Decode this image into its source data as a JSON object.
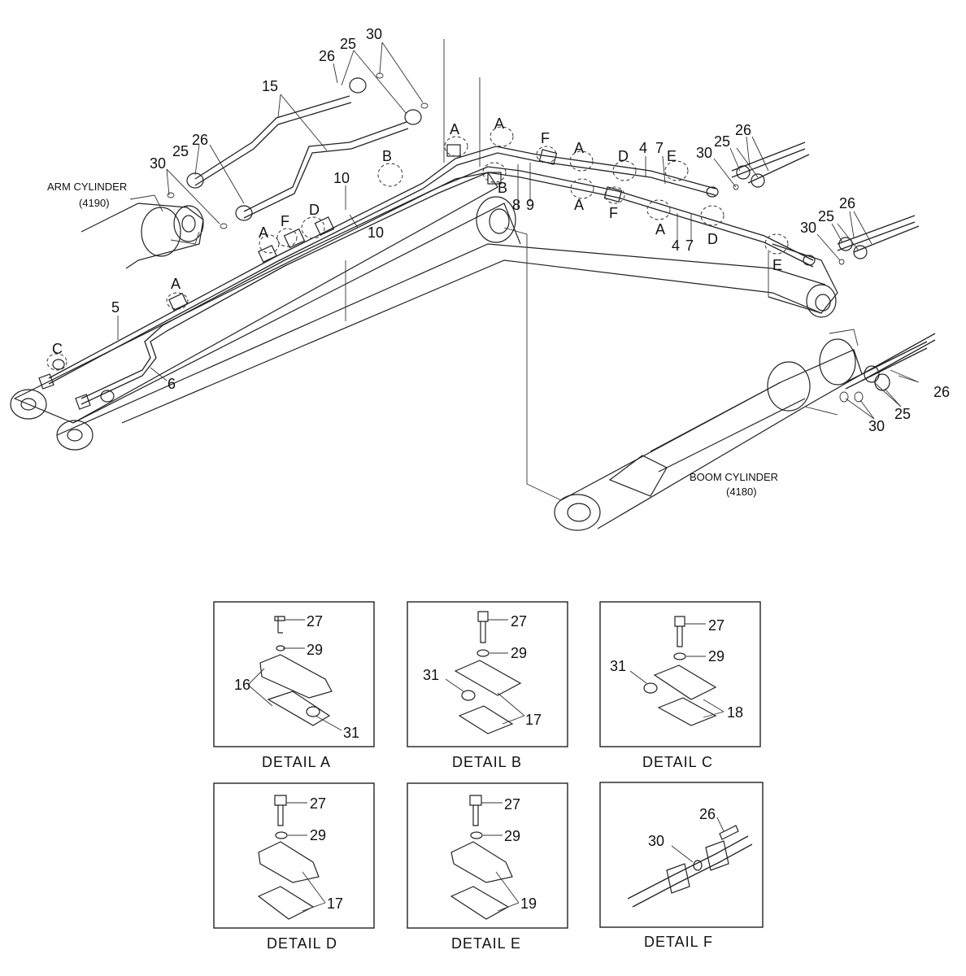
{
  "main": {
    "arm_cylinder": {
      "name": "ARM CYLINDER",
      "code": "(4190)"
    },
    "boom_cylinder": {
      "name": "BOOM CYLINDER",
      "code": "(4180)"
    },
    "labels": {
      "p30_top": "30",
      "p26_top": "26",
      "p25_top": "25",
      "p15": "15",
      "p30_left": "30",
      "p25_left": "25",
      "p26_left": "26",
      "p10_a": "10",
      "p10_b": "10",
      "p5": "5",
      "p6": "6",
      "lA1": "A",
      "lA2": "A",
      "lA3": "A",
      "lA4": "A",
      "lA5": "A",
      "lA6": "A",
      "lA7": "A",
      "lB1": "B",
      "lB2": "B",
      "lC1": "C",
      "lD1": "D",
      "lD2": "D",
      "lD3": "D",
      "lE1": "E",
      "lE2": "E",
      "lF1": "F",
      "lF2": "F",
      "lF3": "F",
      "p8": "8",
      "p9": "9",
      "p4_a": "4",
      "p7_a": "7",
      "p4_b": "4",
      "p7_b": "7",
      "p30_r1": "30",
      "p25_r1": "25",
      "p26_r1": "26",
      "p30_r2": "30",
      "p25_r2": "25",
      "p26_r2": "26",
      "p26_boom": "26",
      "p25_boom": "25",
      "p30_boom": "30"
    }
  },
  "details": [
    {
      "caption": "DETAIL  A",
      "labels": [
        "27",
        "29",
        "16",
        "31"
      ]
    },
    {
      "caption": "DETAIL  B",
      "labels": [
        "27",
        "29",
        "31",
        "17"
      ]
    },
    {
      "caption": "DETAIL  C",
      "labels": [
        "27",
        "29",
        "31",
        "18"
      ]
    },
    {
      "caption": "DETAIL  D",
      "labels": [
        "27",
        "29",
        "17"
      ]
    },
    {
      "caption": "DETAIL  E",
      "labels": [
        "27",
        "29",
        "19"
      ]
    },
    {
      "caption": "DETAIL  F",
      "labels": [
        "26",
        "30"
      ]
    }
  ]
}
